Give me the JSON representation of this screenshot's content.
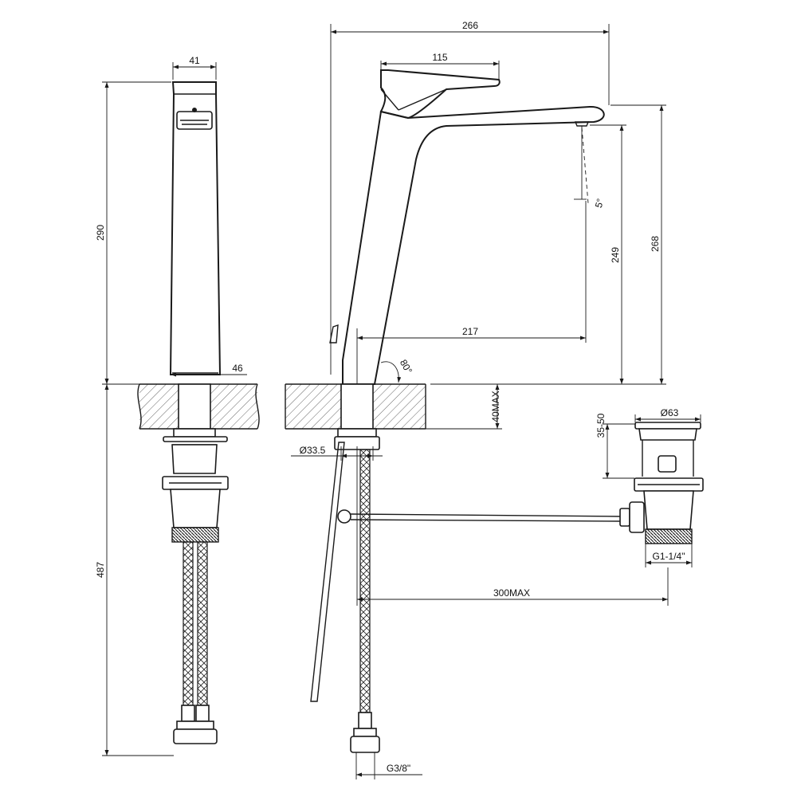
{
  "dimensions": {
    "total_length": "266",
    "lever_length": "115",
    "base_width_top": "41",
    "base_width_bottom": "46",
    "height_above_deck": "290",
    "below_deck_length": "487",
    "spout_reach": "217",
    "spout_height": "249",
    "overall_height": "268",
    "lever_angle": "80°",
    "spout_tilt": "5°",
    "deck_thickness": "40MAX",
    "shank_diameter": "Ø33.5",
    "waste_diameter": "Ø63",
    "waste_height": "35-50",
    "waste_thread": "G1-1/4\"",
    "rod_length": "300MAX",
    "hose_thread": "G3/8\""
  },
  "colors": {
    "line": "#1a1a1a",
    "background": "#ffffff"
  }
}
